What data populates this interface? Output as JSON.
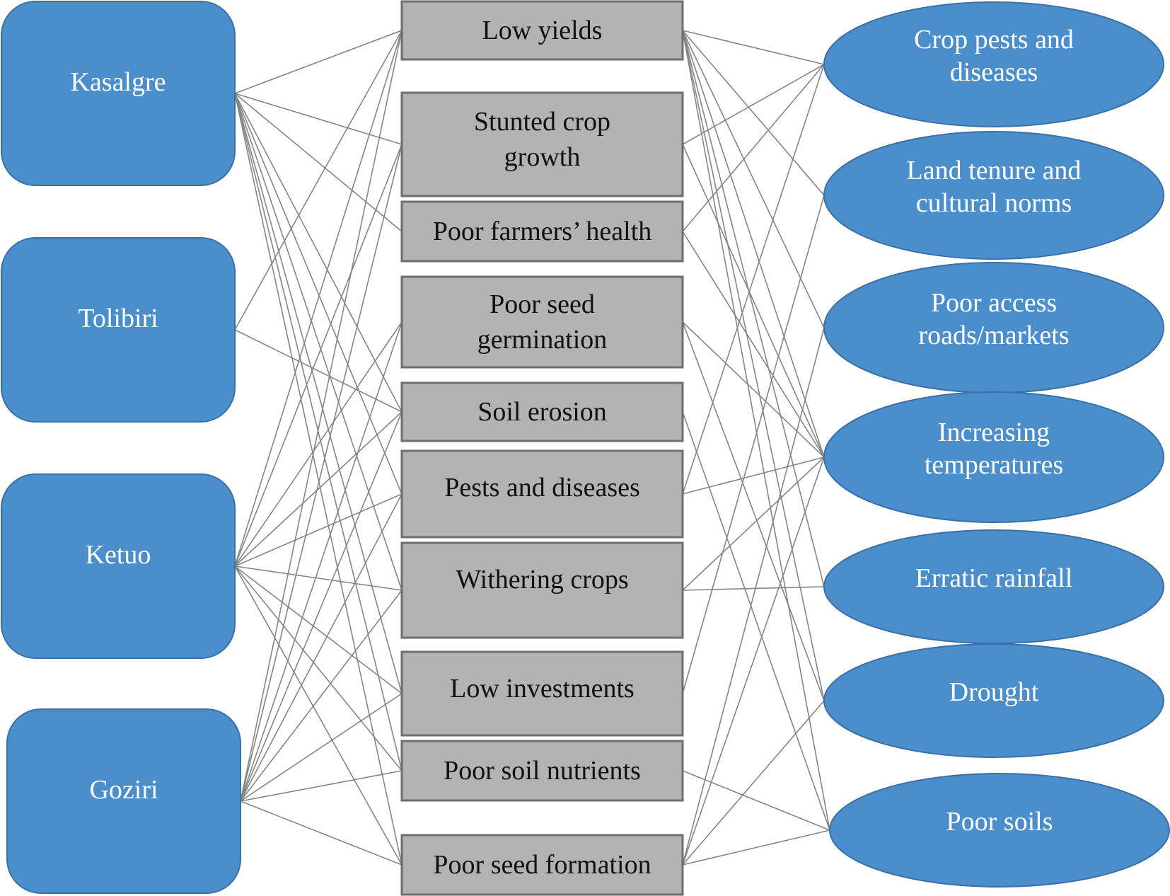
{
  "communities": [
    {
      "id": "kasalgre",
      "label": "Kasalgre"
    },
    {
      "id": "tolibiri",
      "label": "Tolibiri"
    },
    {
      "id": "ketuo",
      "label": "Ketuo"
    },
    {
      "id": "goziri",
      "label": "Goziri"
    }
  ],
  "impacts": [
    {
      "id": "low-yields",
      "lines": [
        "Low yields"
      ]
    },
    {
      "id": "stunted-crop-growth",
      "lines": [
        "Stunted crop",
        "growth"
      ]
    },
    {
      "id": "poor-farmers-health",
      "lines": [
        "Poor farmers’ health"
      ]
    },
    {
      "id": "poor-seed-germination",
      "lines": [
        "Poor seed",
        "germination"
      ]
    },
    {
      "id": "soil-erosion",
      "lines": [
        "Soil erosion"
      ]
    },
    {
      "id": "pests-and-diseases",
      "lines": [
        "Pests and diseases"
      ]
    },
    {
      "id": "withering-crops",
      "lines": [
        "Withering crops"
      ]
    },
    {
      "id": "low-investments",
      "lines": [
        "Low investments"
      ]
    },
    {
      "id": "poor-soil-nutrients",
      "lines": [
        "Poor soil nutrients"
      ]
    },
    {
      "id": "poor-seed-formation",
      "lines": [
        "Poor seed formation"
      ]
    }
  ],
  "drivers": [
    {
      "id": "crop-pests-and-diseases",
      "lines": [
        "Crop pests and",
        "diseases"
      ]
    },
    {
      "id": "land-tenure-and-cultural-norms",
      "lines": [
        "Land tenure and",
        "cultural norms"
      ]
    },
    {
      "id": "poor-access-roads-markets",
      "lines": [
        "Poor access",
        "roads/markets"
      ]
    },
    {
      "id": "increasing-temperatures",
      "lines": [
        "Increasing",
        "temperatures"
      ]
    },
    {
      "id": "erratic-rainfall",
      "lines": [
        "Erratic rainfall"
      ]
    },
    {
      "id": "drought",
      "lines": [
        "Drought"
      ]
    },
    {
      "id": "poor-soils",
      "lines": [
        "Poor soils"
      ]
    }
  ],
  "community_impact_links": [
    [
      "kasalgre",
      "low-yields"
    ],
    [
      "kasalgre",
      "stunted-crop-growth"
    ],
    [
      "kasalgre",
      "poor-farmers-health"
    ],
    [
      "kasalgre",
      "soil-erosion"
    ],
    [
      "kasalgre",
      "pests-and-diseases"
    ],
    [
      "kasalgre",
      "withering-crops"
    ],
    [
      "kasalgre",
      "low-investments"
    ],
    [
      "kasalgre",
      "poor-soil-nutrients"
    ],
    [
      "kasalgre",
      "poor-seed-formation"
    ],
    [
      "tolibiri",
      "low-yields"
    ],
    [
      "tolibiri",
      "soil-erosion"
    ],
    [
      "ketuo",
      "low-yields"
    ],
    [
      "ketuo",
      "stunted-crop-growth"
    ],
    [
      "ketuo",
      "poor-seed-germination"
    ],
    [
      "ketuo",
      "soil-erosion"
    ],
    [
      "ketuo",
      "pests-and-diseases"
    ],
    [
      "ketuo",
      "withering-crops"
    ],
    [
      "ketuo",
      "low-investments"
    ],
    [
      "ketuo",
      "poor-soil-nutrients"
    ],
    [
      "ketuo",
      "poor-seed-formation"
    ],
    [
      "goziri",
      "low-yields"
    ],
    [
      "goziri",
      "stunted-crop-growth"
    ],
    [
      "goziri",
      "poor-seed-germination"
    ],
    [
      "goziri",
      "soil-erosion"
    ],
    [
      "goziri",
      "pests-and-diseases"
    ],
    [
      "goziri",
      "withering-crops"
    ],
    [
      "goziri",
      "low-investments"
    ],
    [
      "goziri",
      "poor-soil-nutrients"
    ],
    [
      "goziri",
      "poor-seed-formation"
    ]
  ],
  "impact_driver_links": [
    [
      "low-yields",
      "crop-pests-and-diseases"
    ],
    [
      "low-yields",
      "land-tenure-and-cultural-norms"
    ],
    [
      "low-yields",
      "poor-access-roads-markets"
    ],
    [
      "low-yields",
      "increasing-temperatures"
    ],
    [
      "low-yields",
      "erratic-rainfall"
    ],
    [
      "low-yields",
      "drought"
    ],
    [
      "low-yields",
      "poor-soils"
    ],
    [
      "stunted-crop-growth",
      "crop-pests-and-diseases"
    ],
    [
      "stunted-crop-growth",
      "increasing-temperatures"
    ],
    [
      "poor-farmers-health",
      "crop-pests-and-diseases"
    ],
    [
      "poor-farmers-health",
      "increasing-temperatures"
    ],
    [
      "poor-seed-germination",
      "increasing-temperatures"
    ],
    [
      "poor-seed-germination",
      "drought"
    ],
    [
      "soil-erosion",
      "poor-soils"
    ],
    [
      "pests-and-diseases",
      "crop-pests-and-diseases"
    ],
    [
      "pests-and-diseases",
      "increasing-temperatures"
    ],
    [
      "withering-crops",
      "increasing-temperatures"
    ],
    [
      "withering-crops",
      "erratic-rainfall"
    ],
    [
      "low-investments",
      "land-tenure-and-cultural-norms"
    ],
    [
      "poor-soil-nutrients",
      "poor-soils"
    ],
    [
      "poor-seed-formation",
      "poor-access-roads-markets"
    ],
    [
      "poor-seed-formation",
      "increasing-temperatures"
    ],
    [
      "poor-seed-formation",
      "drought"
    ],
    [
      "poor-seed-formation",
      "poor-soils"
    ]
  ],
  "colors": {
    "community_fill": "#4a8ecc",
    "community_stroke": "#3a70a8",
    "impact_fill": "#b3b3b3",
    "impact_stroke": "#6e6e6e",
    "driver_fill": "#4a8ecc",
    "driver_stroke": "#3a70a8",
    "link": "#858585"
  }
}
